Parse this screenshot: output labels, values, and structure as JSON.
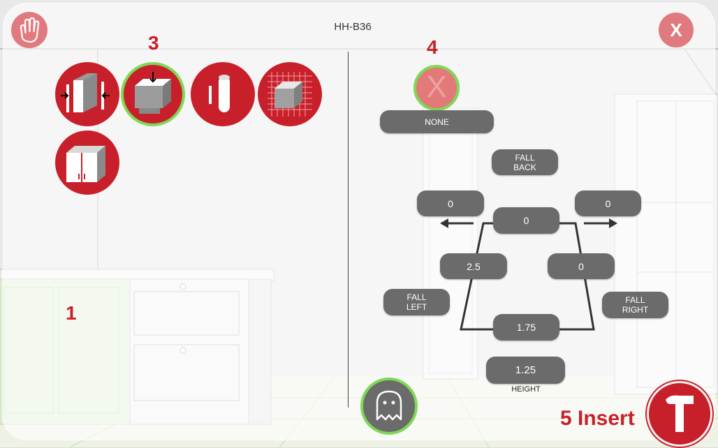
{
  "title": "HH-B36",
  "close_label": "X",
  "steps": {
    "s1": "1",
    "s3": "3",
    "s4": "4"
  },
  "insert_label": "5 Insert",
  "x_marker_glyph": "X",
  "fall": {
    "none": "NONE",
    "back": "FALL\nBACK",
    "left": "FALL\nLEFT",
    "right": "FALL\nRIGHT"
  },
  "values": {
    "top_left": "0",
    "top_right": "0",
    "center_top": "0",
    "mid_left": "2.5",
    "mid_right": "0",
    "bottom": "1.75",
    "height": "1.25"
  },
  "height_label": "HEIGHT",
  "colors": {
    "accent": "#c8202a",
    "selected": "#7ed957",
    "pill": "#6b6b6b"
  },
  "icons": [
    "hand-icon",
    "close-icon",
    "width-adjust-icon",
    "depth-adjust-icon",
    "rod-icon",
    "grid-cube-icon",
    "cabinet-doors-icon",
    "ghost-icon",
    "hammer-icon"
  ]
}
